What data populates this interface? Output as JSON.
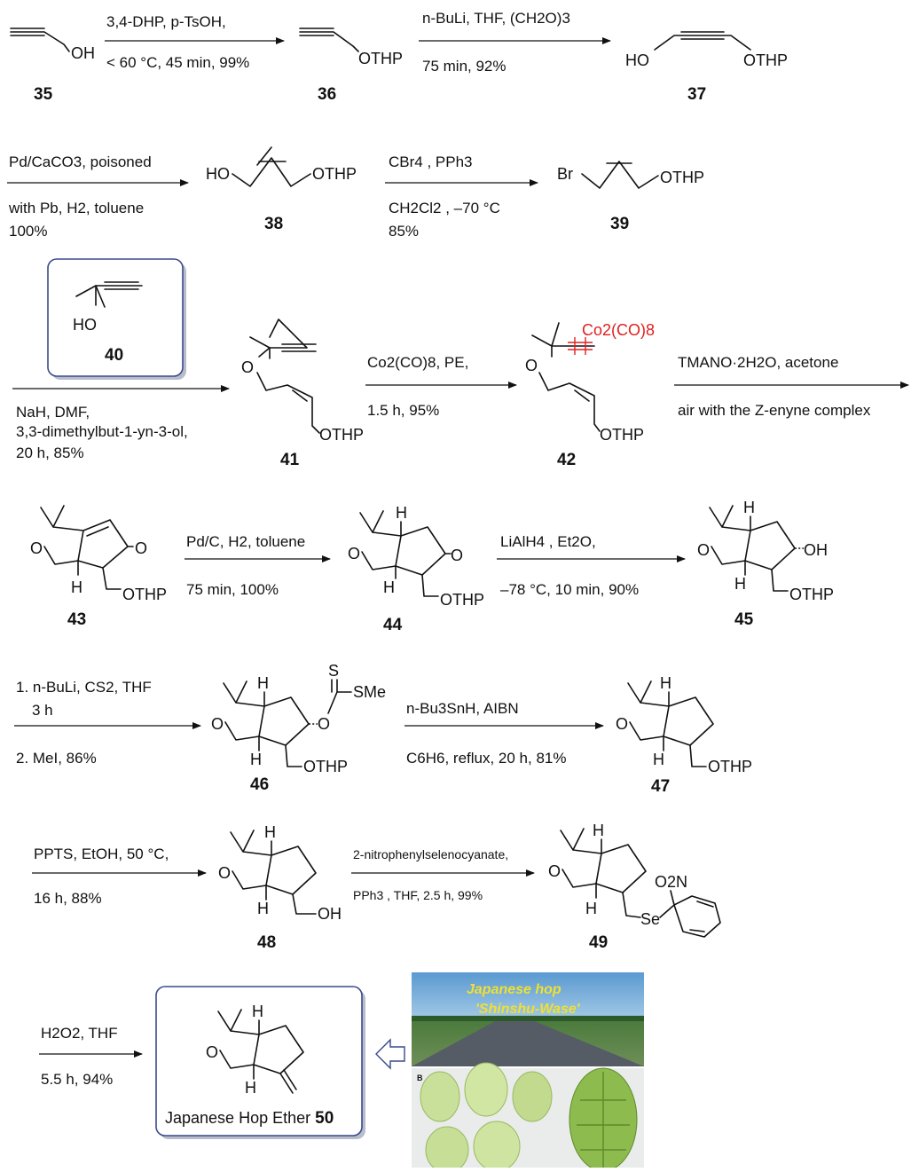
{
  "compounds": {
    "c35": {
      "number": "35",
      "OH": "OH"
    },
    "c36": {
      "number": "36",
      "OTHP": "OTHP"
    },
    "c37": {
      "number": "37",
      "HO": "HO",
      "OTHP": "OTHP"
    },
    "c38": {
      "number": "38",
      "HO": "HO",
      "OTHP": "OTHP"
    },
    "c39": {
      "number": "39",
      "Br": "Br",
      "OTHP": "OTHP"
    },
    "c40": {
      "number": "40",
      "HO": "HO"
    },
    "c41": {
      "number": "41",
      "O": "O",
      "OTHP": "OTHP"
    },
    "c42": {
      "number": "42",
      "O": "O",
      "OTHP": "OTHP",
      "cobalt": "Co2(CO)8"
    },
    "c43": {
      "number": "43",
      "O": "O",
      "ketone": "O",
      "H": "H",
      "OTHP": "OTHP"
    },
    "c44": {
      "number": "44",
      "O": "O",
      "ketone": "O",
      "H": "H",
      "OTHP": "OTHP"
    },
    "c45": {
      "number": "45",
      "O": "O",
      "OH": "OH",
      "H": "H",
      "OTHP": "OTHP"
    },
    "c46": {
      "number": "46",
      "O": "O",
      "O2": "O",
      "S": "S",
      "SMe": "SMe",
      "H": "H",
      "OTHP": "OTHP"
    },
    "c47": {
      "number": "47",
      "O": "O",
      "H": "H",
      "OTHP": "OTHP"
    },
    "c48": {
      "number": "48",
      "O": "O",
      "H": "H",
      "OH": "OH"
    },
    "c49": {
      "number": "49",
      "O": "O",
      "H": "H",
      "Se": "Se",
      "NO2": "O2N"
    },
    "c50": {
      "O": "O",
      "H": "H",
      "name": "Japanese Hop Ether ",
      "number": "50"
    }
  },
  "steps": {
    "s1": {
      "above": "3,4-DHP, p-TsOH,",
      "below": "< 60 °C, 45 min, 99%"
    },
    "s2": {
      "above": "n-BuLi, THF, (CH2O)3",
      "below": "75 min, 92%"
    },
    "s3": {
      "above": "Pd/CaCO3, poisoned",
      "below1": "with Pb, H2, toluene",
      "below2": "100%"
    },
    "s4": {
      "above": "CBr4 , PPh3",
      "below1": "CH2Cl2 , –70 °C",
      "below2": "85%"
    },
    "s5": {
      "below1": "NaH, DMF,",
      "below2": "3,3-dimethylbut-1-yn-3-ol,",
      "below3": "20 h, 85%"
    },
    "s6": {
      "above": "Co2(CO)8, PE,",
      "below": "1.5 h, 95%"
    },
    "s7": {
      "above": "TMANO·2H2O, acetone",
      "below": "air with the Z-enyne complex"
    },
    "s8": {
      "above": "Pd/C, H2, toluene",
      "below": "75 min, 100%"
    },
    "s9": {
      "above": "LiAlH4 , Et2O,",
      "below": "–78 °C, 10 min, 90%"
    },
    "s10": {
      "above1": "1. n-BuLi, CS2, THF",
      "above2": "3 h",
      "below": "2. MeI, 86%"
    },
    "s11": {
      "above": "n-Bu3SnH, AIBN",
      "below": "C6H6, reflux, 20 h, 81%"
    },
    "s12": {
      "above": "PPTS, EtOH, 50 °C,",
      "below": "16 h, 88%"
    },
    "s13": {
      "above": "2-nitrophenylselenocyanate,",
      "below": "PPh3 , THF, 2.5 h, 99%"
    },
    "s14": {
      "above": "H2O2, THF",
      "below": "5.5 h, 94%"
    }
  },
  "photo": {
    "title1": "Japanese hop",
    "title2": "'Shinshu-Wase'",
    "panel_b": "B"
  },
  "colors": {
    "cobalt": "#e02020",
    "box_border": "#3a4a8c",
    "box_shadow": "#b8bccb",
    "photo_title": "#f0e030"
  }
}
